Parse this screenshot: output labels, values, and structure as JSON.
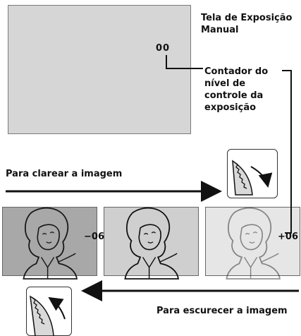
{
  "screen": {
    "title": "Tela de Exposição Manual",
    "counter_value": "00"
  },
  "callout": {
    "text": "Contador do nível de controle da exposição"
  },
  "arrows": {
    "brighten_label": "Para clarear a imagem",
    "darken_label": "Para escurecer a imagem"
  },
  "panels": [
    {
      "label": "",
      "tone": "#a8a8a8"
    },
    {
      "label": "",
      "tone": "#cfcfcf"
    },
    {
      "label": "",
      "tone": "#e6e6e6"
    }
  ],
  "panel_labels": {
    "darker": "−06",
    "brighter": "+06"
  },
  "icons": {
    "brighten_dial": "dial-clockwise-icon",
    "darken_dial": "dial-counterclockwise-icon"
  }
}
